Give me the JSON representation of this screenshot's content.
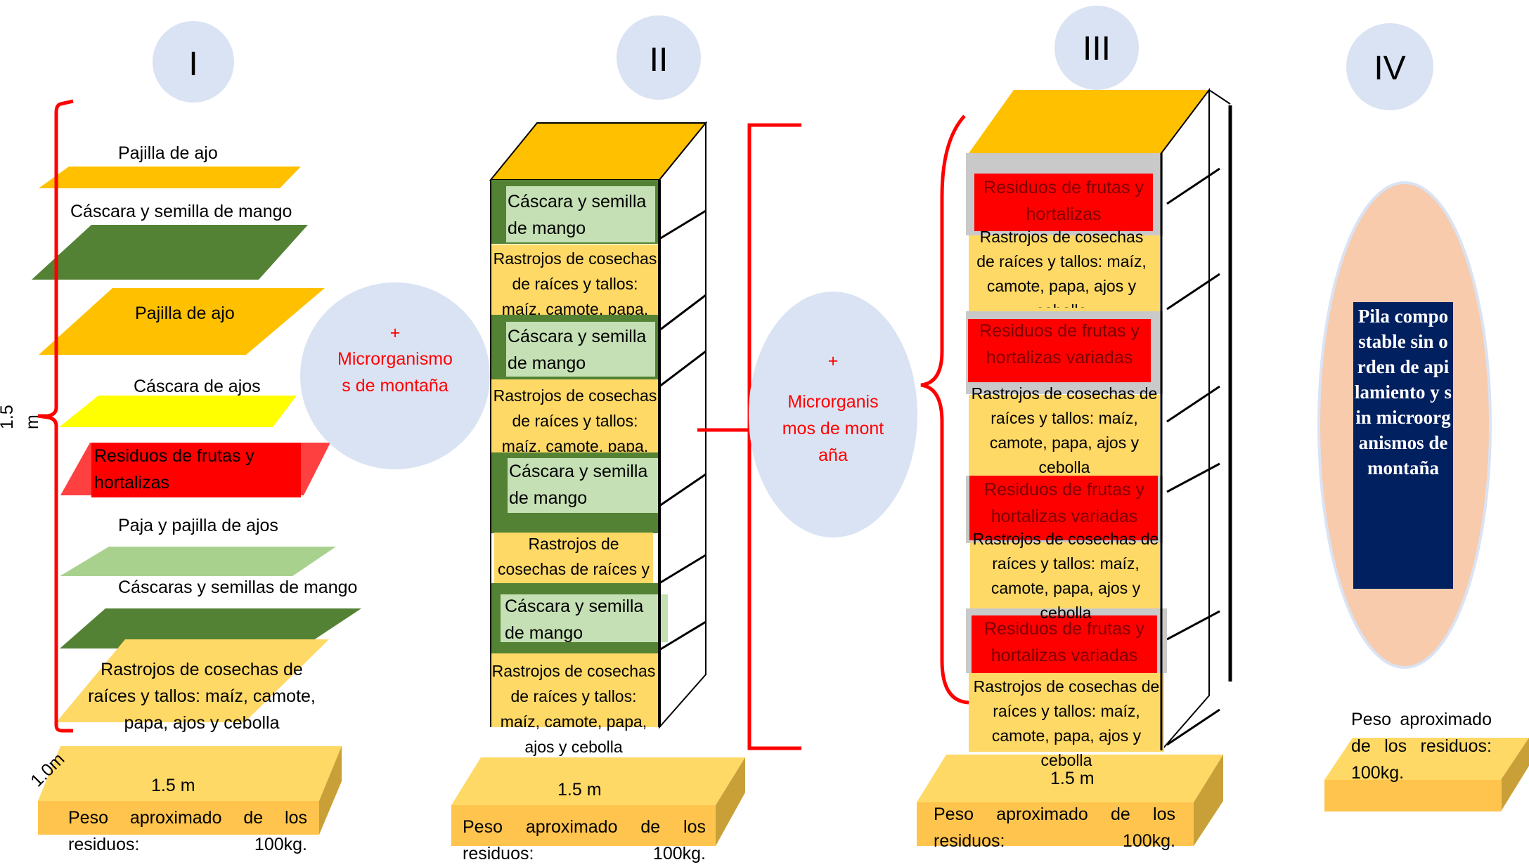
{
  "columns": {
    "c1": {
      "numeral": "I"
    },
    "c2": {
      "numeral": "II"
    },
    "c3": {
      "numeral": "III"
    },
    "c4": {
      "numeral": "IV"
    }
  },
  "col1": {
    "height_label": "1.5 m",
    "depth_label": "1.0m",
    "width_label": "1.5 m",
    "weight_label": "Peso aproximado de los residuos: 100kg.",
    "layers": [
      "Pajilla de ajo",
      "Cáscara y semilla de mango",
      "Pajilla de ajo",
      "Cáscara de ajos",
      "Residuos de frutas y hortalizas",
      "Paja y pajilla de ajos",
      "Cáscaras y semillas de mango",
      "Rastrojos de cosechas de raíces y tallos: maíz, camote, papa, ajos y cebolla"
    ]
  },
  "bubble_left": {
    "plus": "+",
    "text": "Microrganismos de montaña"
  },
  "col2": {
    "mango": [
      "Cáscara y semilla de mango",
      "Cáscara y semilla de mango",
      "Cáscara y semilla de mango",
      "Cáscara y semilla de mango"
    ],
    "rastrojos": [
      "Rastrojos de cosechas de raíces y tallos: maíz, camote, papa, ajos y",
      "Rastrojos de cosechas de raíces y tallos: maíz, camote, papa,",
      "Rastrojos de cosechas de raíces y",
      "Rastrojos de cosechas de raíces y tallos: maíz, camote, papa, ajos y cebolla"
    ],
    "width_label": "1.5 m",
    "weight_label": "Peso aproximado de los residuos: 100kg."
  },
  "bubble_right": {
    "plus": "+",
    "text": "Microrganismos de montaña"
  },
  "col3": {
    "frutas": [
      "Residuos de frutas y hortalizas",
      "Residuos de frutas y hortalizas variadas",
      "Residuos de frutas y hortalizas variadas",
      "Residuos de frutas y hortalizas variadas"
    ],
    "rastrojos": [
      "Rastrojos de cosechas de raíces y tallos: maíz, camote, papa, ajos y cebolla",
      "Rastrojos de cosechas de raíces y tallos: maíz, camote, papa, ajos y cebolla",
      "Rastrojos de cosechas de raíces y tallos: maíz, camote, papa, ajos y cebolla",
      "Rastrojos de cosechas de raíces y tallos: maíz, camote, papa, ajos y cebolla"
    ],
    "width_label": "1.5 m",
    "weight_label": "Peso aproximado de los residuos: 100kg."
  },
  "col4": {
    "pile_label": "Pila compostable sin orden de apilamiento y sin microorganismos de montaña",
    "weight_label": "Peso aproximado de los residuos: 100kg."
  },
  "colors": {
    "orange": "#ffc000",
    "dark_green": "#548235",
    "light_green": "#c5e0b4",
    "pale_yellow": "#ffd966",
    "red": "#ff0000",
    "yellow": "#ffff00",
    "navy": "#002060",
    "peach": "#f8cbad",
    "bubble": "#dae3f3",
    "base": "#ffcc66"
  }
}
